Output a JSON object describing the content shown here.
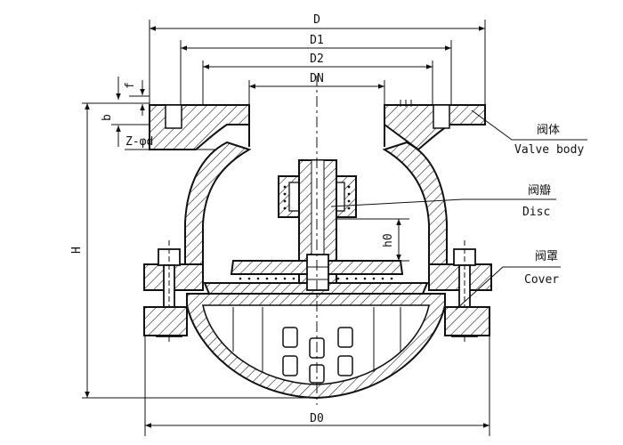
{
  "dimensions": {
    "d": "D",
    "d1": "D1",
    "d2": "D2",
    "dn": "DN",
    "f": "f",
    "b": "b",
    "zphid": "Z-φd",
    "h": "H",
    "h0": "h0",
    "d0": "D0"
  },
  "callouts": {
    "valve_body_cn": "阀体",
    "valve_body_en": "Valve body",
    "disc_cn": "阀瓣",
    "disc_en": "Disc",
    "cover_cn": "阀罩",
    "cover_en": "Cover"
  }
}
